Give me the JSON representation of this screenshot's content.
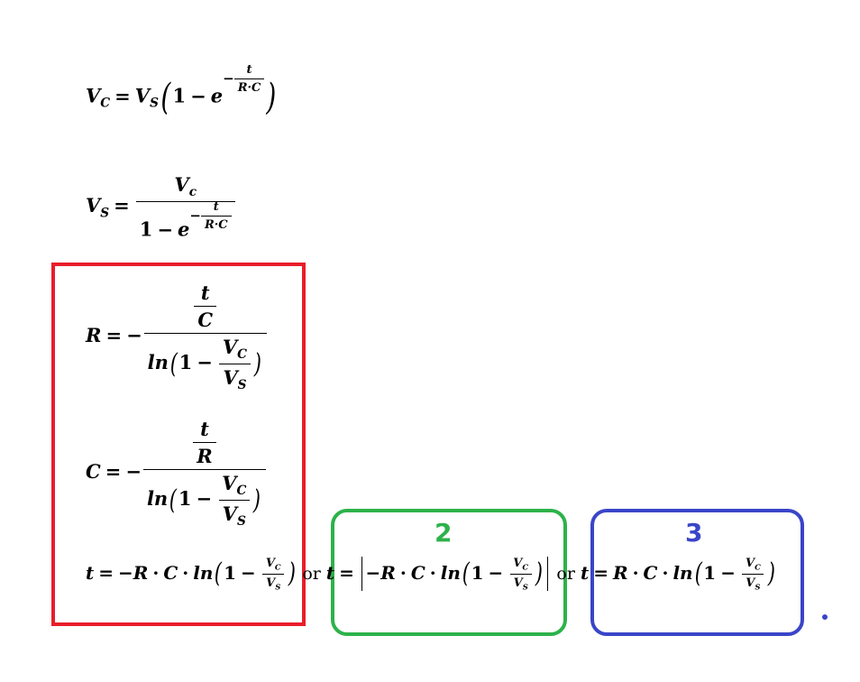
{
  "annotations": {
    "label_2": "2",
    "label_3": "3",
    "or_text": "or",
    "colors": {
      "red": "#e81e2a",
      "green": "#2db24a",
      "blue": "#3a45c8"
    }
  },
  "equations": {
    "vc_formula": "V_C = V_S (1 − e^(−t/(R·C)))",
    "vs_formula": "V_S = V_c / (1 − e^(−t/(R·C)))",
    "r_formula": "R = −(t/C) / ln(1 − V_C/V_S)",
    "c_formula": "C = −(t/R) / ln(1 − V_C/V_S)",
    "t_formula_1": "t = −R · C · ln(1 − V_C/V_S)",
    "t_formula_2": "t = |−R · C · ln(1 − V_C/V_S)|",
    "t_formula_3": "t = R · C · ln(1 − V_C/V_S)"
  }
}
